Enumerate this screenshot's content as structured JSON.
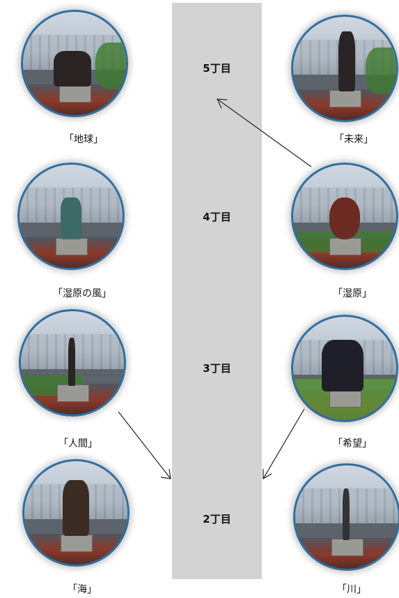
{
  "blocks": [
    {
      "label": "5丁目"
    },
    {
      "label": "4丁目"
    },
    {
      "label": "3丁目"
    },
    {
      "label": "2丁目"
    }
  ],
  "sculptures_left": [
    {
      "caption": "「地球」"
    },
    {
      "caption": "「湿原の風」"
    },
    {
      "caption": "「人間」"
    },
    {
      "caption": "「海」"
    }
  ],
  "sculptures_right": [
    {
      "caption": "「未来」"
    },
    {
      "caption": "「湿原」"
    },
    {
      "caption": "「希望」"
    },
    {
      "caption": "「川」"
    }
  ],
  "colors": {
    "street": "#d3d3d3",
    "photo_border": "#2f6f9f"
  }
}
